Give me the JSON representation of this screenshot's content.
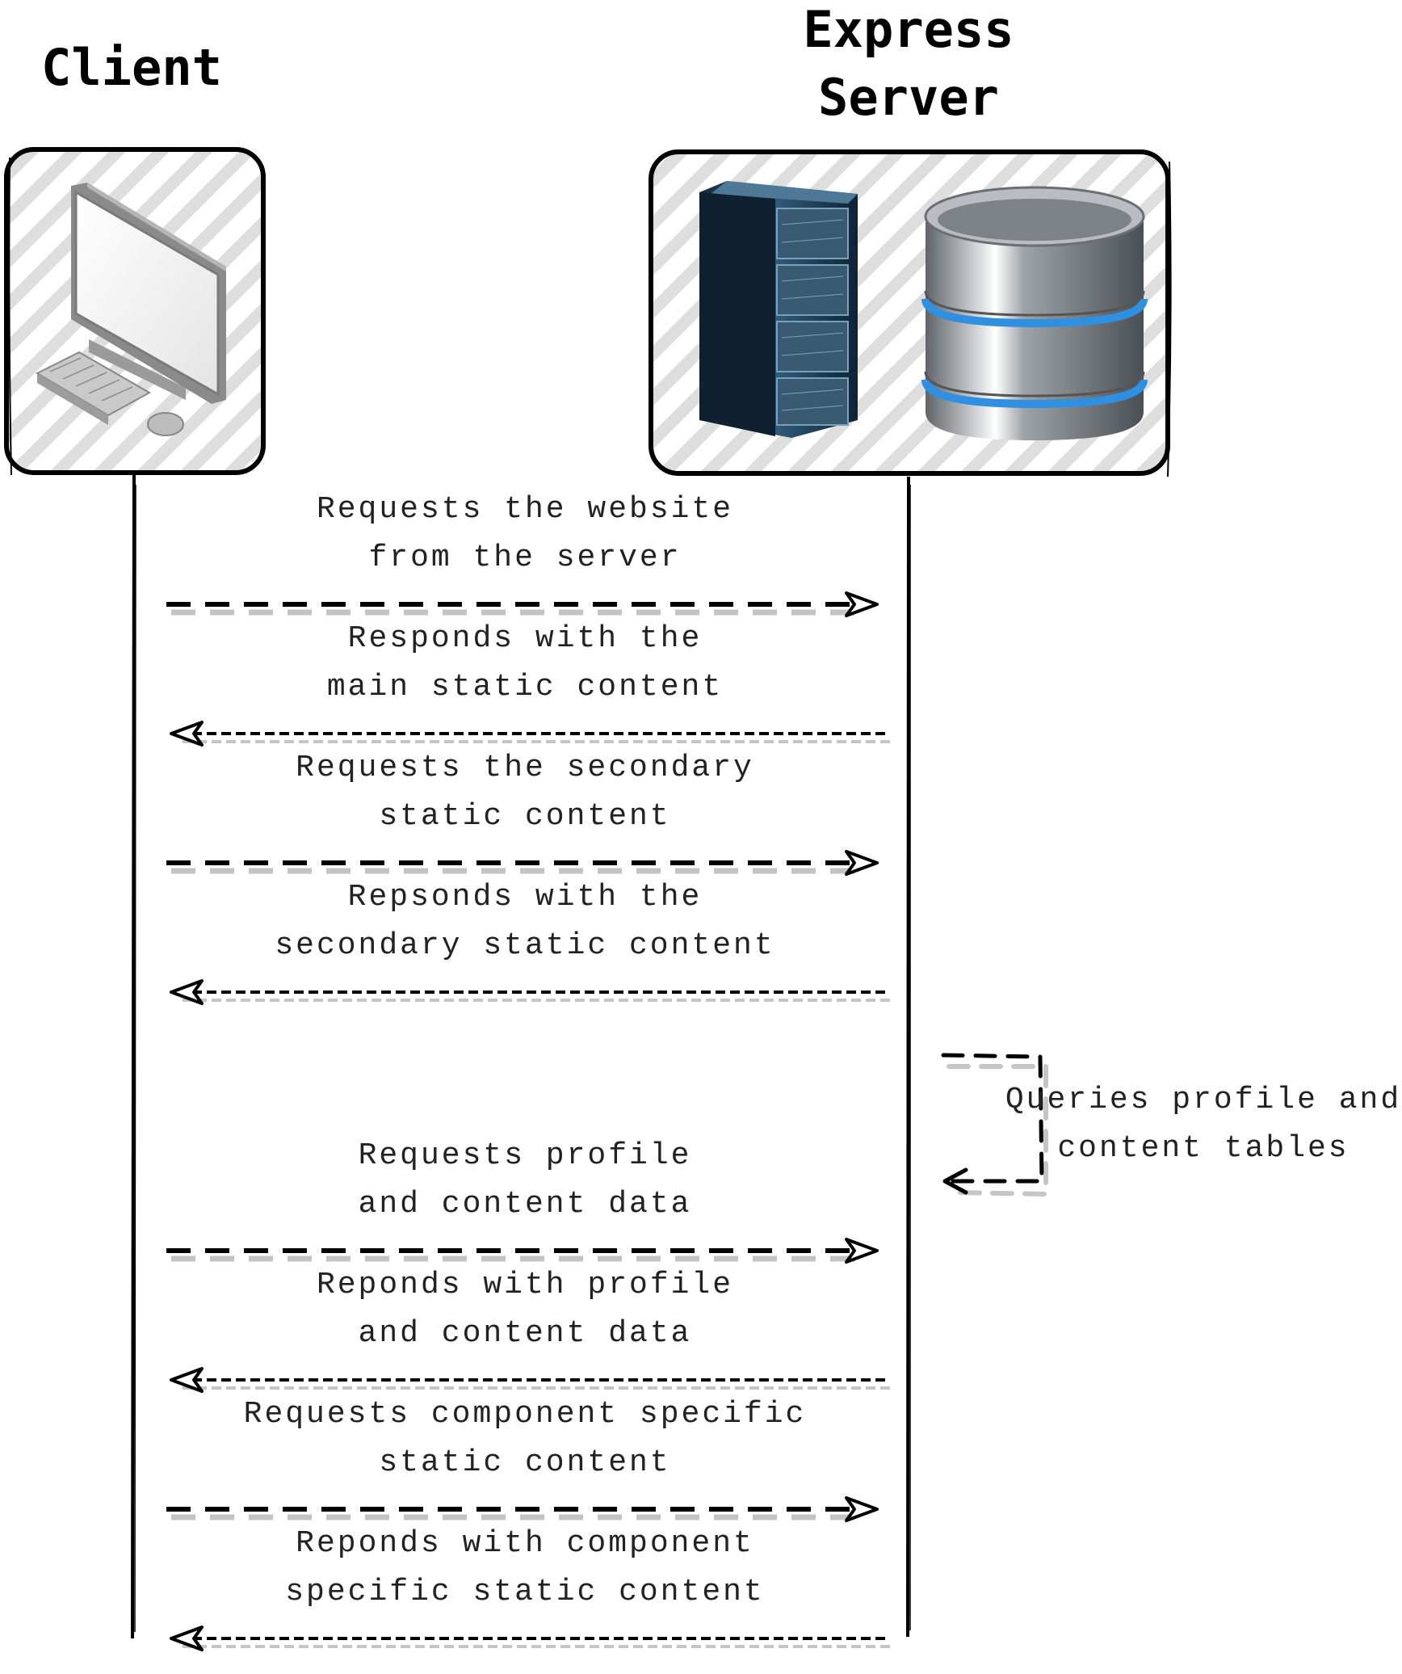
{
  "actors": {
    "client": {
      "title": [
        "Client"
      ],
      "icon": "desktop-computer-icon"
    },
    "server": {
      "title": [
        "Express",
        "Server"
      ],
      "icons": [
        "server-rack-icon",
        "database-icon"
      ]
    }
  },
  "messages": [
    {
      "text": [
        "Requests the website",
        "from the server"
      ],
      "direction": "client-to-server"
    },
    {
      "text": [
        "Responds with the",
        "main static content"
      ],
      "direction": "server-to-client"
    },
    {
      "text": [
        "Requests the secondary",
        "static content"
      ],
      "direction": "client-to-server"
    },
    {
      "text": [
        "Repsonds with the",
        "secondary static content"
      ],
      "direction": "server-to-client"
    },
    {
      "text": [
        "Requests profile",
        "and content data"
      ],
      "direction": "client-to-server"
    },
    {
      "text": [
        "Reponds with profile",
        "and content data"
      ],
      "direction": "server-to-client"
    },
    {
      "text": [
        "Requests component specific",
        "static content"
      ],
      "direction": "client-to-server"
    },
    {
      "text": [
        "Reponds with component",
        "specific static content"
      ],
      "direction": "server-to-client"
    }
  ],
  "self_message": {
    "text": [
      "Queries profile and",
      "content tables"
    ],
    "actor": "server"
  },
  "colors": {
    "stroke": "#000000",
    "hatch": "#dcdcdc",
    "shadow": "#c4c4c4",
    "text": "#222222"
  }
}
